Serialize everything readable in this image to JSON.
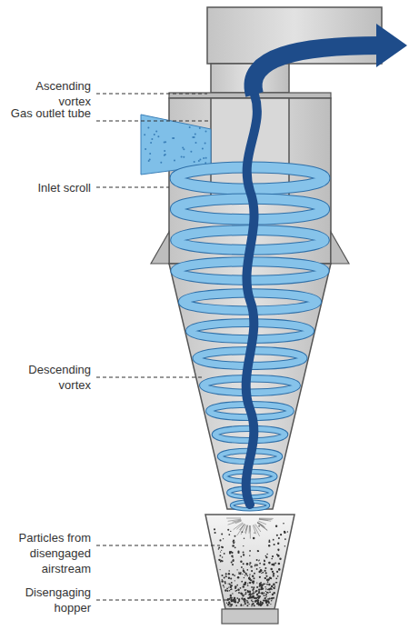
{
  "diagram": {
    "labels": [
      "Ascending vortex",
      "Gas outlet tube",
      "Inlet scroll",
      "Descending vortex",
      "Particles from disengaged airstream",
      "Disengaging hopper"
    ]
  }
}
